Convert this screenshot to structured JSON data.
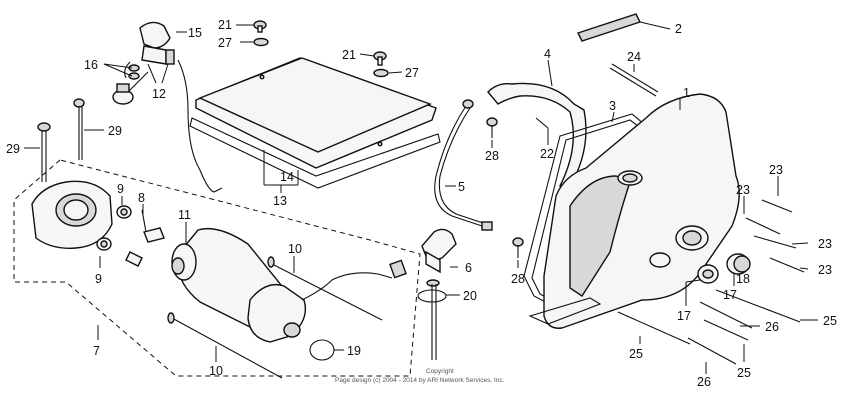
{
  "callouts": {
    "c1": "1",
    "c2": "2",
    "c3": "3",
    "c4": "4",
    "c5": "5",
    "c6": "6",
    "c7": "7",
    "c8": "8",
    "c9a": "9",
    "c9b": "9",
    "c10a": "10",
    "c10b": "10",
    "c11": "11",
    "c12": "12",
    "c13": "13",
    "c14": "14",
    "c15": "15",
    "c16": "16",
    "c17a": "17",
    "c17b": "17",
    "c18": "18",
    "c19": "19",
    "c20": "20",
    "c21a": "21",
    "c21b": "21",
    "c22": "22",
    "c23a": "23",
    "c23b": "23",
    "c23c": "23",
    "c23d": "23",
    "c24": "24",
    "c25a": "25",
    "c25b": "25",
    "c25c": "25",
    "c26a": "26",
    "c26b": "26",
    "c27a": "27",
    "c27b": "27",
    "c28a": "28",
    "c28b": "28",
    "c29a": "29",
    "c29b": "29"
  },
  "copyright": {
    "line1": "Copyright",
    "line2": "Page design (c) 2004 - 2014 by ARI Network Services, Inc."
  }
}
